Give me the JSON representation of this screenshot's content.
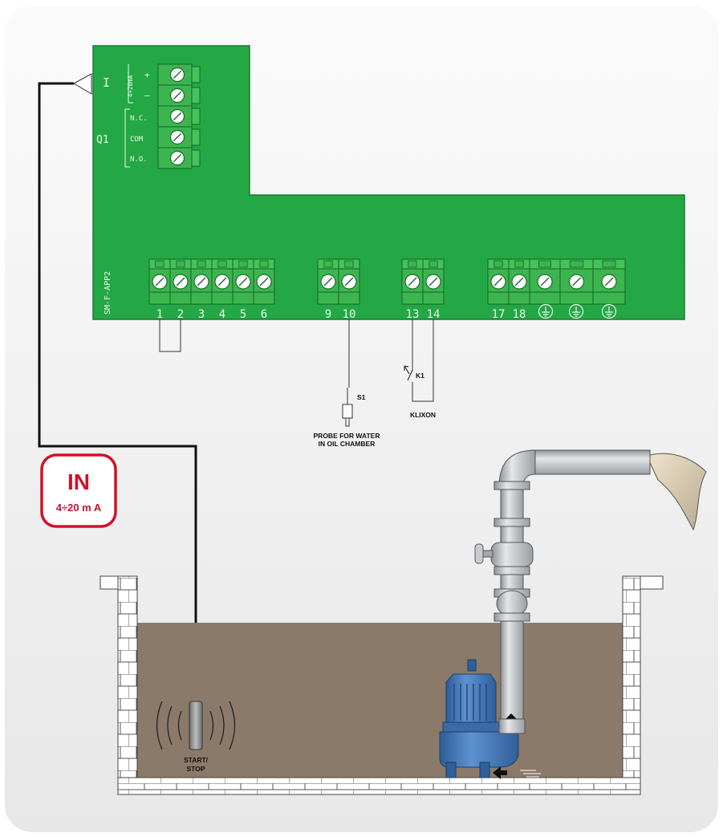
{
  "colors": {
    "board": "#23a845",
    "board_dark": "#1c7d35",
    "terminal": "#3cb54f",
    "badge": "#d0112b",
    "mud": "#8b7a69",
    "pump": "#3f73b5"
  },
  "board": {
    "model": "SM-F-APP2",
    "input_label": "I",
    "input_range": "4÷20mA",
    "plus": "+",
    "minus": "–",
    "relay_label": "Q1",
    "relay_nc": "N.C.",
    "relay_com": "COM",
    "relay_no": "N.O.",
    "terminals": [
      "1",
      "2",
      "3",
      "4",
      "5",
      "6",
      "9",
      "10",
      "13",
      "14",
      "17",
      "18"
    ]
  },
  "probe": {
    "id": "S1",
    "caption_line1": "PROBE FOR WATER",
    "caption_line2": "IN OIL CHAMBER"
  },
  "klixon": {
    "id": "K1",
    "caption": "KLIXON"
  },
  "badge": {
    "title": "IN",
    "subtitle": "4÷20 m A"
  },
  "sensor": {
    "caption_line1": "START/",
    "caption_line2": "STOP"
  },
  "icons": [
    "ground-icon",
    "screw-terminal-icon",
    "arrow-up-icon",
    "arrow-left-icon",
    "valve-icon",
    "sound-wave-icon"
  ]
}
